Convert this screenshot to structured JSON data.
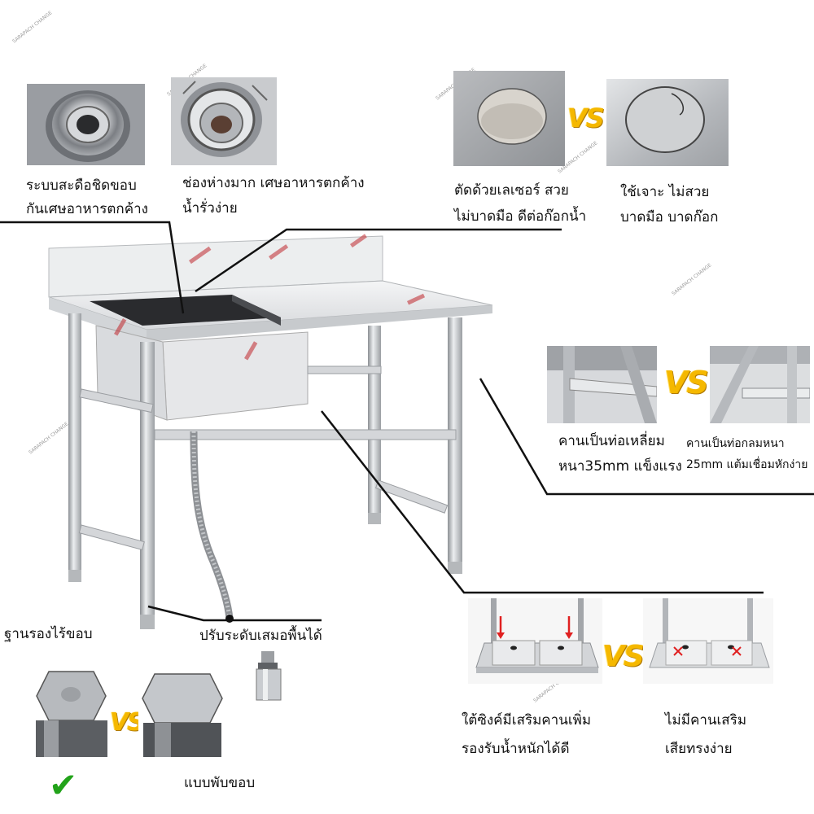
{
  "watermark": "SARAPACH CHANGE",
  "vs_label": "VS",
  "captions": {
    "drain_good_line1": "ระบบสะดือชิดขอบ",
    "drain_good_line2": "กันเศษอาหารตกค้าง",
    "drain_bad_line1": "ช่องห่างมาก เศษอาหารตกค้าง",
    "drain_bad_line2": "น้ำรั่วง่าย",
    "laser_line1": "ตัดด้วยเลเซอร์ สวย",
    "laser_line2": "ไม่บาดมือ ดีต่อก๊อกน้ำ",
    "drill_line1": "ใช้เจาะ ไม่สวย",
    "drill_line2": "บาดมือ บาดก๊อก",
    "square_line1": "คานเป็นท่อเหลี่ยม",
    "square_line2": "หนา35mm แข็งแรง",
    "round_line1": "คานเป็นท่อกลมหนา",
    "round_line2": "25mm แต้มเชื่อมหักง่าย",
    "base": "ฐานรองไร้ขอบ",
    "leveling": "ปรับระดับเสมอพื้นได้",
    "fold": "แบบพับขอบ",
    "support_line1": "ใต้ซิงค์มีเสริมคานเพิ่ม",
    "support_line2": "รองรับน้ำหนักได้ดี",
    "nosupport_line1": "ไม่มีคานเสริม",
    "nosupport_line2": "เสียทรงง่าย"
  },
  "colors": {
    "steel": "#c9cccf",
    "steel_dark": "#8b8f93",
    "vs": "#f5b800",
    "check": "#22a31a",
    "arrow": "#e02020"
  },
  "icons": {
    "check": "✔",
    "cross": "✕"
  }
}
